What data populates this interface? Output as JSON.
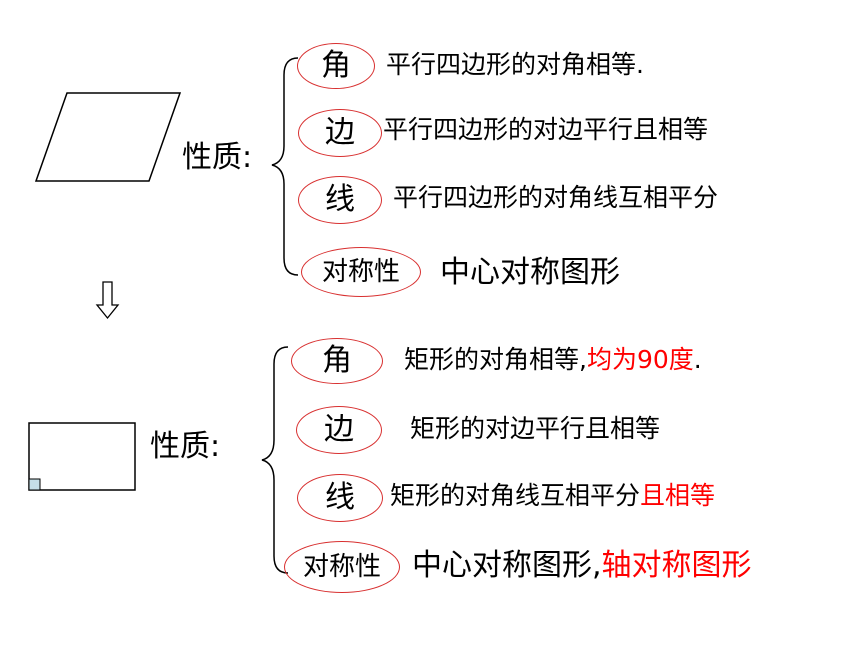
{
  "section_parallelogram": {
    "label": "性质:",
    "items": [
      {
        "key": "角",
        "text": "平行四边形的对角相等."
      },
      {
        "key": "边",
        "text": "平行四边形的对边平行且相等"
      },
      {
        "key": "线",
        "text": "平行四边形的对角线互相平分"
      },
      {
        "key": "对称性",
        "text": "中心对称图形"
      }
    ]
  },
  "section_rectangle": {
    "label": "性质:",
    "items": [
      {
        "key": "角",
        "text": "矩形的对角相等,",
        "highlight": "均为90度",
        "suffix": "."
      },
      {
        "key": "边",
        "text": "矩形的对边平行且相等"
      },
      {
        "key": "线",
        "text": "矩形的对角线互相平分",
        "highlight": "且相等"
      },
      {
        "key": "对称性",
        "text": "中心对称图形,",
        "highlight": "轴对称图形"
      }
    ]
  },
  "colors": {
    "highlight": "#ff0000",
    "oval_border": "#d83030",
    "corner_marker": "#c5dfe8"
  },
  "icons": {
    "transition_arrow": "down-arrow-icon"
  }
}
